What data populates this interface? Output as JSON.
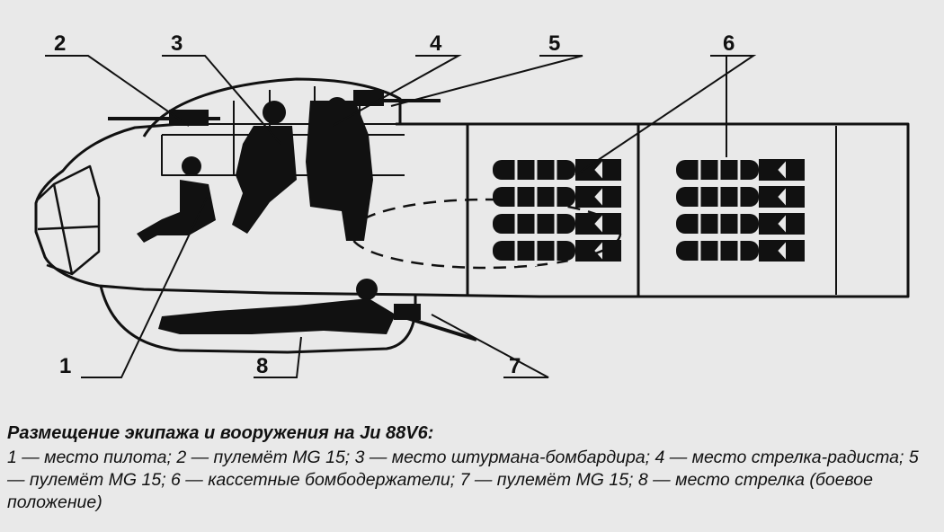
{
  "labels": {
    "l1": "1",
    "l2": "2",
    "l3": "3",
    "l4": "4",
    "l5": "5",
    "l6": "6",
    "l7": "7",
    "l8": "8"
  },
  "caption": {
    "title": "Размещение экипажа и вооружения на Ju 88V6:",
    "legend": "1 — место пилота; 2 — пулемёт MG 15; 3 — место штурмана-бомбардира; 4 — место стрелка-радиста; 5 — пулемёт MG 15; 6 — кассетные бомбодержатели; 7 — пулемёт MG 15; 8 — место стрелка (боевое положение)"
  },
  "colors": {
    "ink": "#111111",
    "paper": "#e9e9e9"
  }
}
